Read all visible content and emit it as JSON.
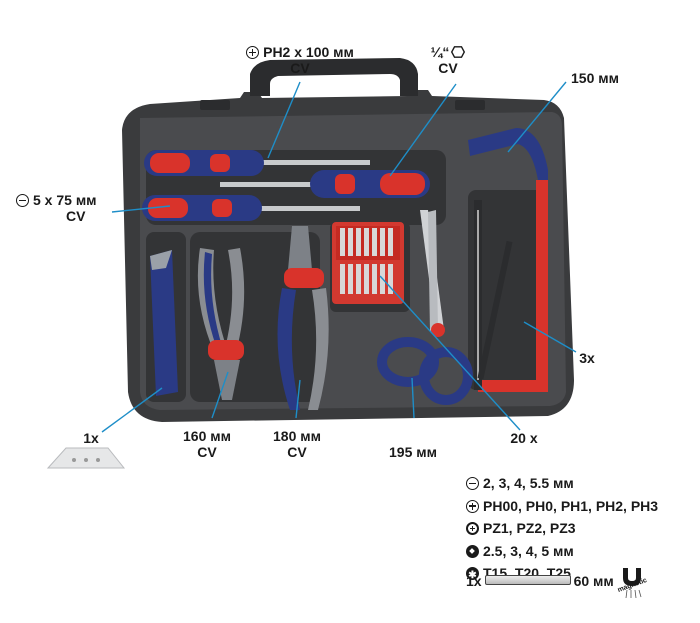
{
  "labels": {
    "phillips_driver": {
      "size": "PH2 x 100 мм",
      "material": "CV"
    },
    "bit_holder": {
      "size": "¼“",
      "material": "CV"
    },
    "hacksaw": {
      "size": "150 мм"
    },
    "flat_driver": {
      "size": "5 x 75 мм",
      "material": "CV"
    },
    "blades_count": "3x",
    "knife_blades": "1x",
    "side_cutter": {
      "size": "160 мм",
      "material": "CV"
    },
    "pliers": {
      "size": "180 мм",
      "material": "CV"
    },
    "scissors": {
      "size": "195 мм"
    },
    "bits_count": "20 x"
  },
  "bits": [
    {
      "icon": "slotted-icon",
      "text": "2, 3, 4, 5.5 мм"
    },
    {
      "icon": "phillips-icon",
      "text": "PH00, PH0, PH1, PH2, PH3"
    },
    {
      "icon": "pozidriv-icon",
      "text": "PZ1, PZ2, PZ3"
    },
    {
      "icon": "hex-icon",
      "text": "2.5, 3, 4, 5 мм"
    },
    {
      "icon": "torx-icon",
      "text": "T15, T20, T25"
    }
  ],
  "extension": {
    "count": "1x",
    "length": "60 мм",
    "badge": "magnetic"
  },
  "colors": {
    "case": "#3c3d3f",
    "case_dark": "#232425",
    "red": "#d9332b",
    "navy": "#2a3a85",
    "grey_handle": "#8a8d92"
  }
}
